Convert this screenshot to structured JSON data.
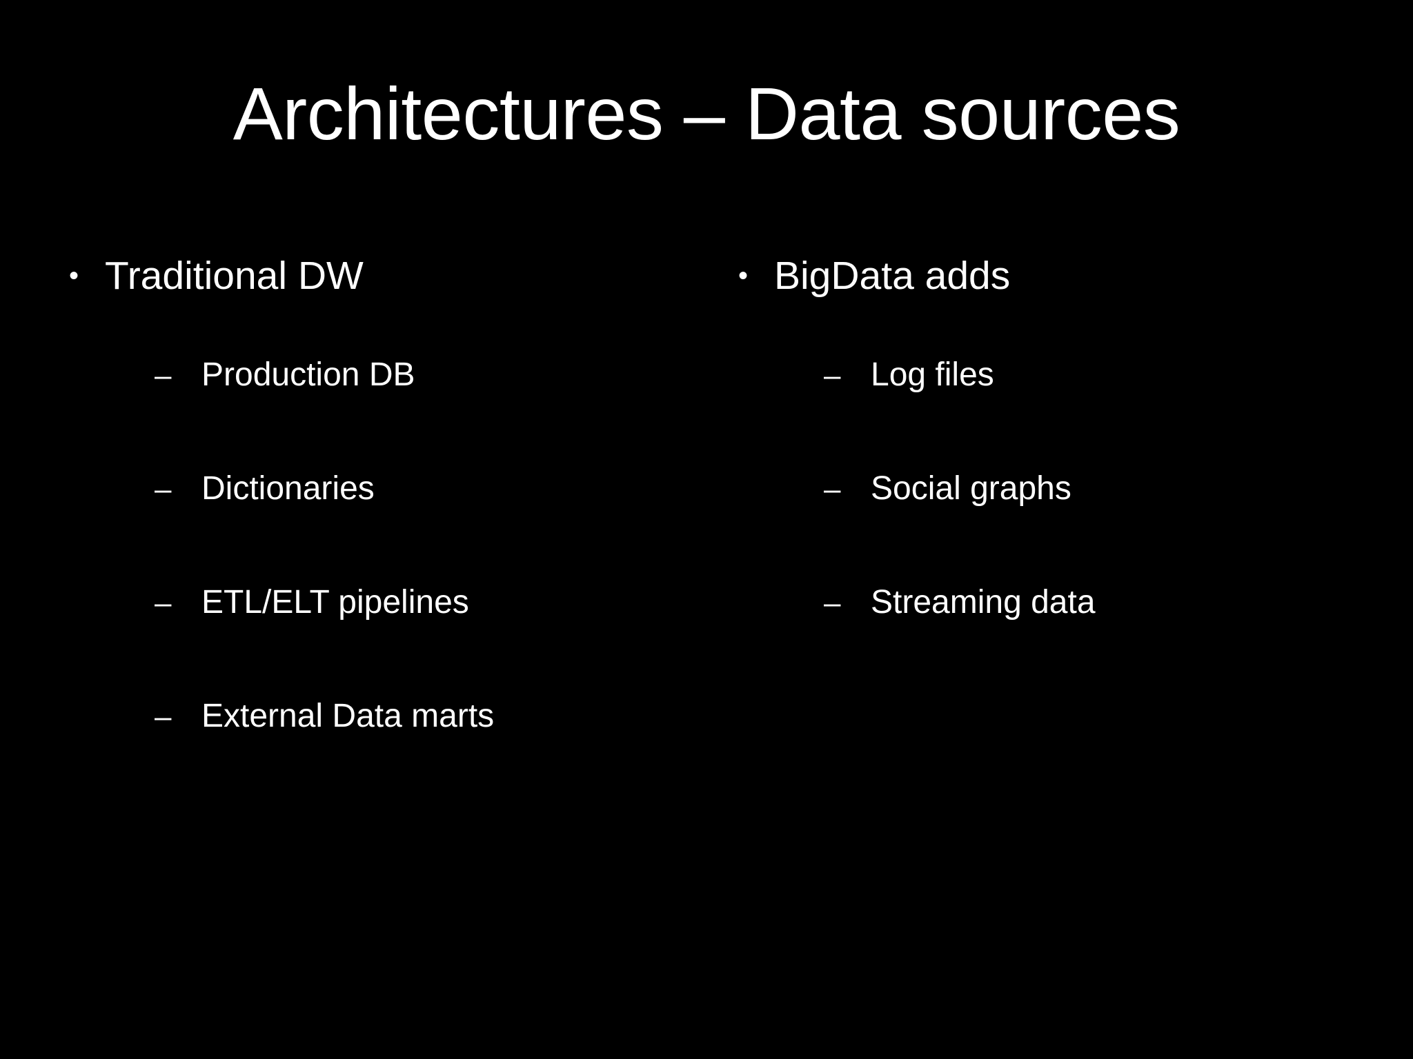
{
  "slide": {
    "background_color": "#000000",
    "text_color": "#ffffff",
    "title": "Architectures – Data sources",
    "columns": [
      {
        "id": "traditional-dw",
        "bullet_marker": "•",
        "heading": "Traditional DW",
        "sub_marker": "–",
        "items": [
          "Production DB",
          "Dictionaries",
          "ETL/ELT pipelines",
          "External Data marts"
        ]
      },
      {
        "id": "bigdata-adds",
        "bullet_marker": "•",
        "heading": "BigData adds",
        "sub_marker": "–",
        "items": [
          "Log files",
          "Social graphs",
          "Streaming data"
        ]
      }
    ]
  }
}
